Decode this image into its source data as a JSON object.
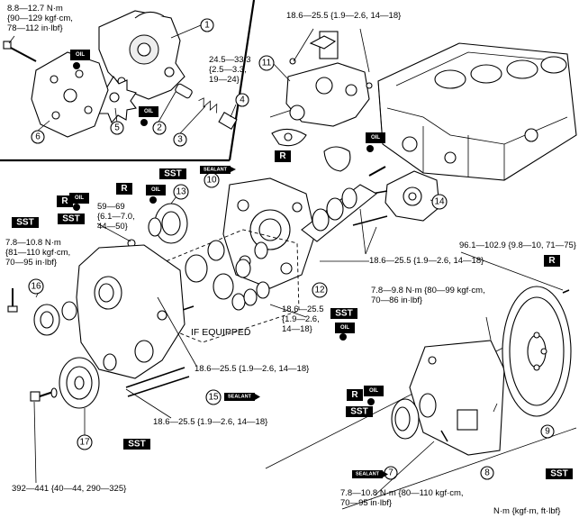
{
  "callouts": [
    "1",
    "2",
    "3",
    "4",
    "5",
    "6",
    "7",
    "8",
    "9",
    "10",
    "11",
    "12",
    "13",
    "14",
    "15",
    "16",
    "17"
  ],
  "badges": {
    "sst": "SST",
    "r": "R",
    "oil": "OIL",
    "sealant": "SEALANT"
  },
  "specs": {
    "oil_pump_bolt": [
      "8.8—12.7 N·m",
      "{90—129 kgf·cm,",
      "78—112 in·lbf}"
    ],
    "relief_plug": [
      "24.5—33.3",
      "{2.5—3.3,",
      "19—24}"
    ],
    "fip_top": "18.6—25.5 {1.9—2.6, 14—18}",
    "idler_bolt": [
      "59—69",
      "{6.1—7.0,",
      "44—50}"
    ],
    "pulley_bolt_left": [
      "7.8—10.8 N·m",
      "{81—110 kgf·cm,",
      "70—95 in·lbf}"
    ],
    "flywheel_bolt": "96.1—102.9 {9.8—10, 71—75}",
    "rear_cover_top": [
      "7.8—9.8 N·m {80—99 kgf·cm,",
      "70—86 in·lbf}"
    ],
    "mid_right": "18.6—25.5 {1.9—2.6, 14—18}",
    "if_equipped_spec": [
      "18.6—25.5",
      "{1.9—2.6,",
      "14—18}"
    ],
    "timing_cover_1": "18.6—25.5 {1.9—2.6, 14—18}",
    "timing_cover_2": "18.6—25.5 {1.9—2.6, 14—18}",
    "crank_bolt": "392—441 {40—44, 290—325}",
    "rear_seal_bolt": [
      "7.8—10.8 N·m {80—110 kgf·cm,",
      "70—95 in·lbf}"
    ]
  },
  "if_equipped": "IF EQUIPPED",
  "unit_note": "N·m {kgf·m, ft·lbf}"
}
